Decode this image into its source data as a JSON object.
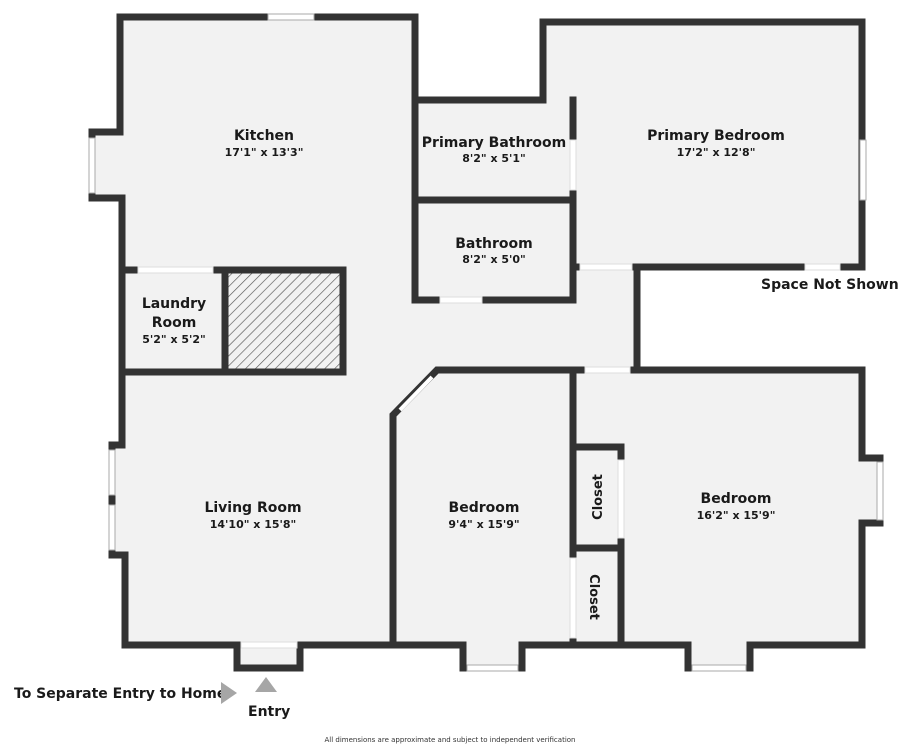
{
  "rooms": [
    {
      "name": "Kitchen",
      "size": "17'1\" x 13'3\""
    },
    {
      "name": "Primary Bathroom",
      "size": "8'2\" x 5'1\""
    },
    {
      "name": "Primary Bedroom",
      "size": "17'2\" x 12'8\""
    },
    {
      "name": "Bathroom",
      "size": "8'2\" x 5'0\""
    },
    {
      "name_line1": "Laundry",
      "name_line2": "Room",
      "size": "5'2\" x 5'2\""
    },
    {
      "name": "Living Room",
      "size": "14'10\" x 15'8\""
    },
    {
      "name": "Bedroom",
      "size": "9'4\" x 15'9\""
    },
    {
      "name": "Bedroom",
      "size": "16'2\" x 15'9\""
    },
    {
      "name": "Closet"
    },
    {
      "name": "Closet"
    }
  ],
  "labels": {
    "space_not_shown": "Space Not Shown",
    "separate_entry": "To Separate Entry to Home",
    "entry": "Entry",
    "disclaimer": "All dimensions are approximate and subject to independent verification"
  },
  "colors": {
    "wall": "#333333",
    "floor": "#f2f2f2",
    "arrow": "#a6a6a6"
  }
}
